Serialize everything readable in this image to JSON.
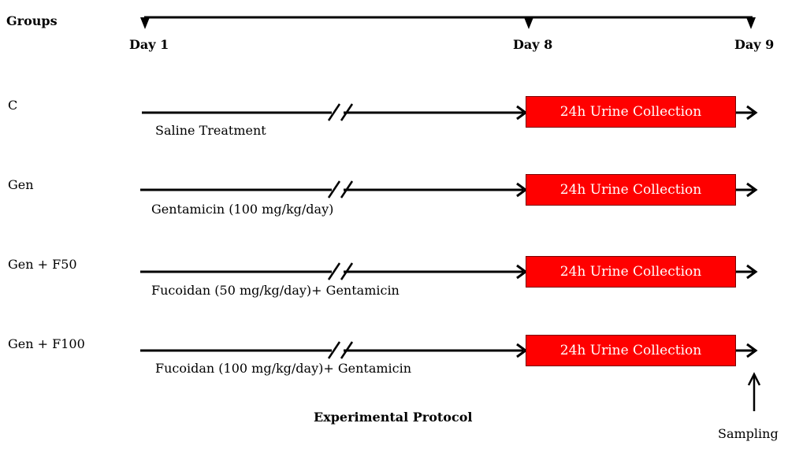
{
  "header": {
    "groups_label": "Groups",
    "days": [
      "Day 1",
      "Day 8",
      "Day 9"
    ]
  },
  "rows": [
    {
      "group": "C",
      "treatment": "Saline Treatment",
      "box_label": "24h Urine Collection"
    },
    {
      "group": "Gen",
      "treatment": "Gentamicin (100 mg/kg/day)",
      "box_label": "24h Urine Collection"
    },
    {
      "group": "Gen + F50",
      "treatment": "Fucoidan (50 mg/kg/day)+ Gentamicin",
      "box_label": "24h Urine Collection"
    },
    {
      "group": "Gen + F100",
      "treatment": "Fucoidan (100 mg/kg/day)+ Gentamicin",
      "box_label": "24h Urine Collection"
    }
  ],
  "footer": {
    "title": "Experimental Protocol",
    "sampling_label": "Sampling"
  },
  "colors": {
    "box_fill": "#ff0000",
    "line": "#000000",
    "box_text": "#ffffff"
  }
}
